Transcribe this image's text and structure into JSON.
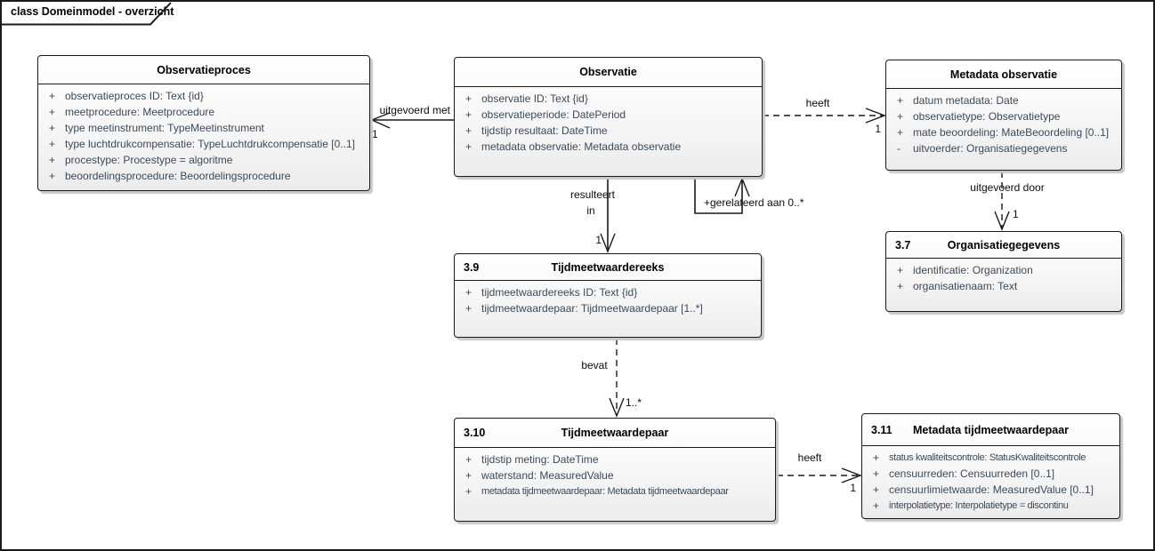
{
  "frame": {
    "title": "class Domeinmodel - overzicht"
  },
  "colors": {
    "attribute_text": "#3b4a5a",
    "line": "#1a1a1a",
    "box_fill_top": "#ffffff",
    "box_fill_bottom": "#ececec",
    "shadow": "#c8c8c8"
  },
  "classes": [
    {
      "number": "",
      "title": "Observatieproces",
      "attributes": [
        {
          "vis": "+",
          "text": "observatieproces ID: Text {id}"
        },
        {
          "vis": "+",
          "text": "meetprocedure: Meetprocedure"
        },
        {
          "vis": "+",
          "text": "type meetinstrument: TypeMeetinstrument"
        },
        {
          "vis": "+",
          "text": "type luchtdrukcompensatie: TypeLuchtdrukcompensatie [0..1]"
        },
        {
          "vis": "+",
          "text": "procestype: Procestype = algoritme"
        },
        {
          "vis": "+",
          "text": "beoordelingsprocedure: Beoordelingsprocedure"
        }
      ]
    },
    {
      "number": "",
      "title": "Observatie",
      "attributes": [
        {
          "vis": "+",
          "text": "observatie ID: Text {id}"
        },
        {
          "vis": "+",
          "text": "observatieperiode: DatePeriod"
        },
        {
          "vis": "+",
          "text": "tijdstip resultaat: DateTime"
        },
        {
          "vis": "+",
          "text": "metadata observatie: Metadata observatie"
        }
      ]
    },
    {
      "number": "",
      "title": "Metadata observatie",
      "attributes": [
        {
          "vis": "+",
          "text": "datum metadata: Date"
        },
        {
          "vis": "+",
          "text": "observatietype: Observatietype"
        },
        {
          "vis": "+",
          "text": "mate beoordeling: MateBeoordeling [0..1]"
        },
        {
          "vis": "-",
          "text": "uitvoerder: Organisatiegegevens"
        }
      ]
    },
    {
      "number": "3.7",
      "title": "Organisatiegegevens",
      "attributes": [
        {
          "vis": "+",
          "text": "identificatie: Organization"
        },
        {
          "vis": "+",
          "text": "organisatienaam: Text"
        }
      ]
    },
    {
      "number": "3.9",
      "title": "Tijdmeetwaardereeks",
      "attributes": [
        {
          "vis": "+",
          "text": "tijdmeetwaardereeks ID: Text {id}"
        },
        {
          "vis": "+",
          "text": "tijdmeetwaardepaar: Tijdmeetwaardepaar [1..*]"
        }
      ]
    },
    {
      "number": "3.10",
      "title": "Tijdmeetwaardepaar",
      "attributes": [
        {
          "vis": "+",
          "text": "tijdstip meting: DateTime"
        },
        {
          "vis": "+",
          "text": "waterstand: MeasuredValue"
        },
        {
          "vis": "+",
          "text": "metadata tijdmeetwaardepaar: Metadata tijdmeetwaardepaar"
        }
      ]
    },
    {
      "number": "3.11",
      "title": "Metadata tijdmeetwaardepaar",
      "attributes": [
        {
          "vis": "+",
          "text": "status kwaliteitscontrole: StatusKwaliteitscontrole"
        },
        {
          "vis": "+",
          "text": "censuurreden: Censuurreden [0..1]"
        },
        {
          "vis": "+",
          "text": "censuurlimietwaarde: MeasuredValue [0..1]"
        },
        {
          "vis": "+",
          "text": "interpolatietype: Interpolatietype = discontinu"
        }
      ]
    }
  ],
  "relations": [
    {
      "name": "uitgevoerd met",
      "label": "uitgevoerd met",
      "mult": "1",
      "style": "solid-open-arrow"
    },
    {
      "name": "heeft (metadata observatie)",
      "label": "heeft",
      "mult": "1",
      "style": "dashed-open-arrow"
    },
    {
      "name": "resulteert in",
      "label1": "resulteert",
      "label2": "in",
      "mult": "1",
      "style": "solid-open-arrow"
    },
    {
      "name": "gerelateerd aan (self)",
      "label": "+gerelateerd aan 0..*",
      "style": "solid-open-arrow"
    },
    {
      "name": "uitgevoerd door",
      "label": "uitgevoerd door",
      "mult": "1",
      "style": "dashed-open-arrow"
    },
    {
      "name": "bevat",
      "label": "bevat",
      "mult": "1..*",
      "style": "dashed-open-arrow"
    },
    {
      "name": "heeft (metadata tijdmeetwaardepaar)",
      "label": "heeft",
      "mult": "1",
      "style": "dashed-open-arrow"
    }
  ]
}
